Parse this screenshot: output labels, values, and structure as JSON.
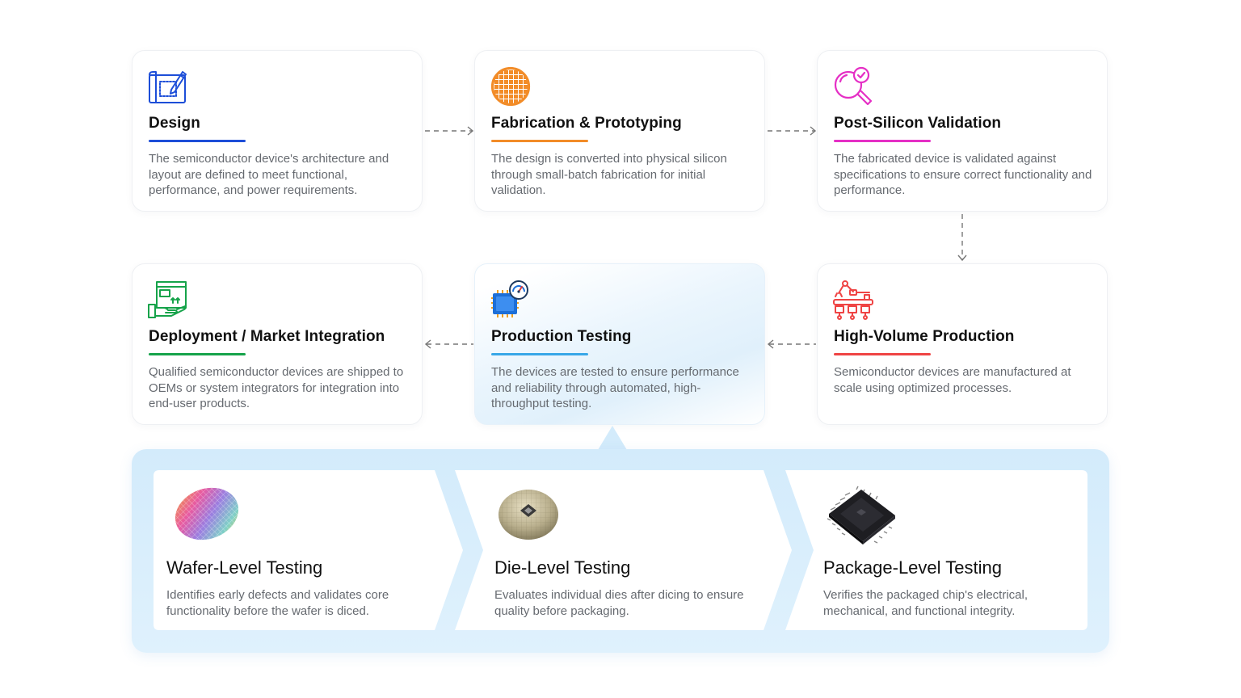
{
  "steps": [
    {
      "title": "Design",
      "desc": "The semiconductor device's architecture and layout are defined to meet functional, performance, and power requirements.",
      "icon": "blueprint-icon",
      "color": "#1d4ed8"
    },
    {
      "title": "Fabrication & Prototyping",
      "desc": "The design is converted into physical silicon through small-batch fabrication for initial validation.",
      "icon": "wafer-icon",
      "color": "#f28c28"
    },
    {
      "title": "Post-Silicon Validation",
      "desc": "The fabricated device is validated against specifications to ensure correct functionality and performance.",
      "icon": "magnifier-check-icon",
      "color": "#e52fc5"
    },
    {
      "title": "Deployment / Market Integration",
      "desc": "Qualified semiconductor devices are shipped to OEMs or system integrators for integration into end-user products.",
      "icon": "shipment-hand-icon",
      "color": "#16a34a"
    },
    {
      "title": "Production Testing",
      "desc": "The devices are tested to ensure performance and reliability through automated, high-throughput testing.",
      "icon": "chip-gauge-icon",
      "color": "#38a7e8"
    },
    {
      "title": "High-Volume Production",
      "desc": "Semiconductor devices are manufactured at scale using optimized processes.",
      "icon": "robot-arm-icon",
      "color": "#ef4444"
    }
  ],
  "testing_levels": [
    {
      "title": "Wafer-Level Testing",
      "desc": "Identifies early defects and validates core functionality before the wafer is diced.",
      "image": "wafer-image"
    },
    {
      "title": "Die-Level Testing",
      "desc": "Evaluates individual dies after dicing to ensure quality before packaging.",
      "image": "die-image"
    },
    {
      "title": "Package-Level Testing",
      "desc": "Verifies the packaged chip's electrical, mechanical, and functional integrity.",
      "image": "package-chip-image"
    }
  ]
}
